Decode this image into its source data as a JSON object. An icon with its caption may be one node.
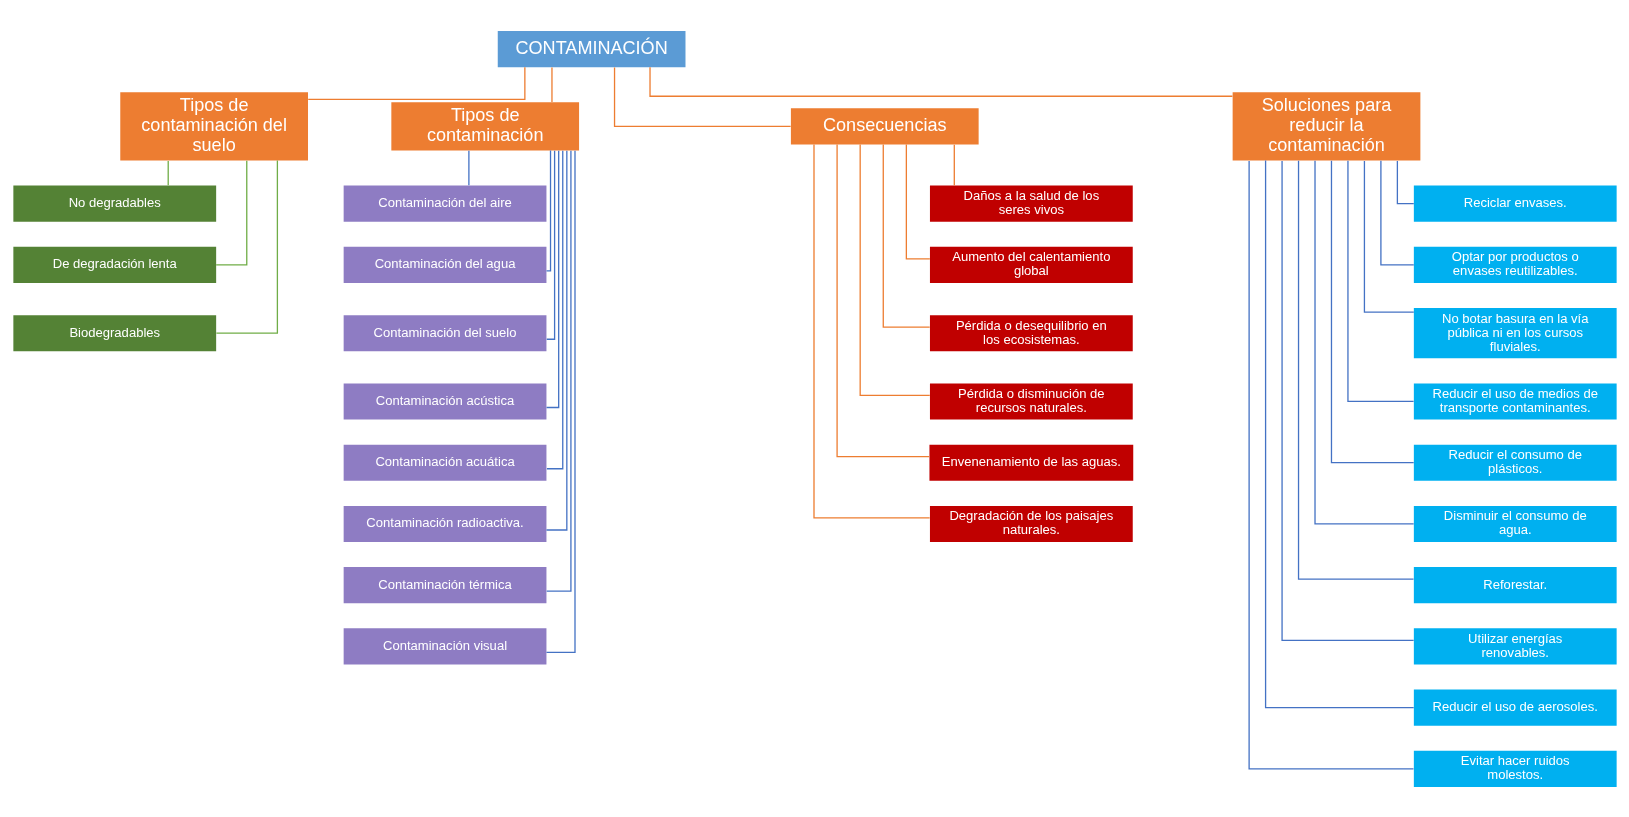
{
  "diagram": {
    "nodes": [
      {
        "text": [
          "CONTAMINACIÓN"
        ]
      },
      {
        "text": [
          "Tipos de contaminación del suelo"
        ]
      },
      {
        "text": [
          "Tipos de contaminación"
        ]
      },
      {
        "text": [
          "Consecuencias"
        ]
      },
      {
        "text": [
          "Soluciones para reducir la contaminación"
        ]
      },
      {
        "text": [
          "No degradables"
        ]
      },
      {
        "text": [
          "De degradación lenta"
        ]
      },
      {
        "text": [
          "Biodegradables"
        ]
      },
      {
        "text": [
          "Contaminación del aire"
        ]
      },
      {
        "text": [
          "Contaminación del agua"
        ]
      },
      {
        "text": [
          "Contaminación del suelo"
        ]
      },
      {
        "text": [
          "Contaminación acústica"
        ]
      },
      {
        "text": [
          "Contaminación acuática"
        ]
      },
      {
        "text": [
          "Contaminación radioactiva."
        ]
      },
      {
        "text": [
          "Contaminación térmica"
        ]
      },
      {
        "text": [
          "Contaminación visual"
        ]
      },
      {
        "text": [
          "Daños a la salud de los seres vivos"
        ]
      },
      {
        "text": [
          "Aumento del calentamiento global"
        ]
      },
      {
        "text": [
          "Pérdida o desequilibrio en los ecosistemas."
        ]
      },
      {
        "text": [
          "Pérdida o disminución de recursos naturales."
        ]
      },
      {
        "text": [
          "Envenenamiento de las aguas."
        ]
      },
      {
        "text": [
          "Degradación de los paisajes naturales."
        ]
      },
      {
        "text": [
          "Reciclar envases."
        ]
      },
      {
        "text": [
          "Optar por productos o envases reutilizables."
        ]
      },
      {
        "text": [
          "No botar basura en la vía pública ni en los cursos fluviales."
        ]
      },
      {
        "text": [
          "Reducir el uso de medios de transporte contaminantes."
        ]
      },
      {
        "text": [
          "Reducir el consumo de plásticos."
        ]
      },
      {
        "text": [
          "Disminuir el consumo de agua."
        ]
      },
      {
        "text": [
          "Reforestar."
        ]
      },
      {
        "text": [
          "Utilizar energías renovables."
        ]
      },
      {
        "text": [
          "Reducir el uso de aerosoles."
        ]
      },
      {
        "text": [
          "Evitar hacer ruidos molestos."
        ]
      }
    ],
    "edges": [
      {
        "from": 0,
        "to": 1,
        "arrow": "none",
        "color": "#ed7d31"
      },
      {
        "from": 0,
        "to": 2,
        "arrow": "none",
        "color": "#ed7d31"
      },
      {
        "from": 0,
        "to": 3,
        "arrow": "none",
        "color": "#ed7d31"
      },
      {
        "from": 0,
        "to": 4,
        "arrow": "none",
        "color": "#ed7d31"
      },
      {
        "from": 1,
        "to": 5,
        "arrow": "none",
        "color": "#70ad47"
      },
      {
        "from": 1,
        "to": 6,
        "arrow": "none",
        "color": "#70ad47"
      },
      {
        "from": 1,
        "to": 7,
        "arrow": "none",
        "color": "#70ad47"
      },
      {
        "from": 2,
        "to": 8,
        "arrow": "none"
      },
      {
        "from": 2,
        "to": 9,
        "arrow": "none"
      },
      {
        "from": 2,
        "to": 10,
        "arrow": "none"
      },
      {
        "from": 2,
        "to": 11,
        "arrow": "none"
      },
      {
        "from": 2,
        "to": 12,
        "arrow": "none"
      },
      {
        "from": 2,
        "to": 13,
        "arrow": "none"
      },
      {
        "from": 2,
        "to": 14,
        "arrow": "none"
      },
      {
        "from": 2,
        "to": 15,
        "arrow": "none"
      },
      {
        "from": 3,
        "to": 16,
        "arrow": "none",
        "color": "#ed7d31"
      },
      {
        "from": 3,
        "to": 17,
        "arrow": "none",
        "color": "#ed7d31"
      },
      {
        "from": 3,
        "to": 18,
        "arrow": "none",
        "color": "#ed7d31"
      },
      {
        "from": 3,
        "to": 19,
        "arrow": "none",
        "color": "#ed7d31"
      },
      {
        "from": 3,
        "to": 20,
        "arrow": "none",
        "color": "#ed7d31"
      },
      {
        "from": 3,
        "to": 21,
        "arrow": "none",
        "color": "#ed7d31"
      },
      {
        "from": 4,
        "to": 22,
        "arrow": "none"
      },
      {
        "from": 4,
        "to": 23,
        "arrow": "none"
      },
      {
        "from": 4,
        "to": 24,
        "arrow": "none"
      },
      {
        "from": 4,
        "to": 25,
        "arrow": "none"
      },
      {
        "from": 4,
        "to": 26,
        "arrow": "none"
      },
      {
        "from": 4,
        "to": 27,
        "arrow": "none"
      },
      {
        "from": 4,
        "to": 28,
        "arrow": "none"
      },
      {
        "from": 4,
        "to": 29,
        "arrow": "none"
      },
      {
        "from": 4,
        "to": 30,
        "arrow": "none"
      },
      {
        "from": 4,
        "to": 31,
        "arrow": "none"
      }
    ]
  }
}
